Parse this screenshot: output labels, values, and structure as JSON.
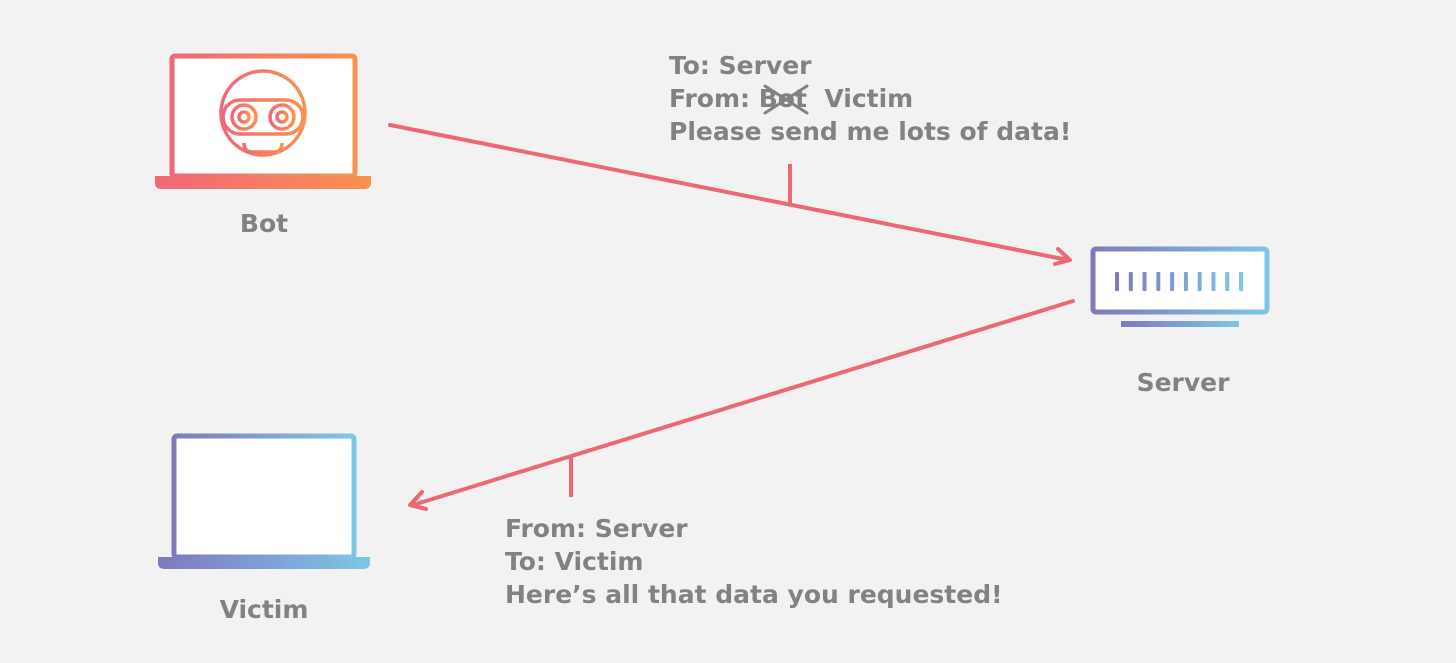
{
  "colors": {
    "background": "#f2f2f2",
    "arrow": "#ee6775",
    "text": "#828282",
    "bot_gradient_start": "#f0687a",
    "bot_gradient_end": "#f9914f",
    "victim_gradient_start": "#7f79bd",
    "victim_gradient_end": "#7ec6e6"
  },
  "nodes": {
    "bot": {
      "label": "Bot",
      "icon": "robot-laptop-icon"
    },
    "server": {
      "label": "Server",
      "icon": "server-icon"
    },
    "victim": {
      "label": "Victim",
      "icon": "laptop-icon"
    }
  },
  "request": {
    "to": "To: Server",
    "from_prefix": "From: ",
    "from_struck": "Bot",
    "from_actual": "Victim",
    "body": "Please send me lots of data!"
  },
  "response": {
    "from": "From: Server",
    "to": "To: Victim",
    "body": "Here’s all that data you requested!"
  }
}
